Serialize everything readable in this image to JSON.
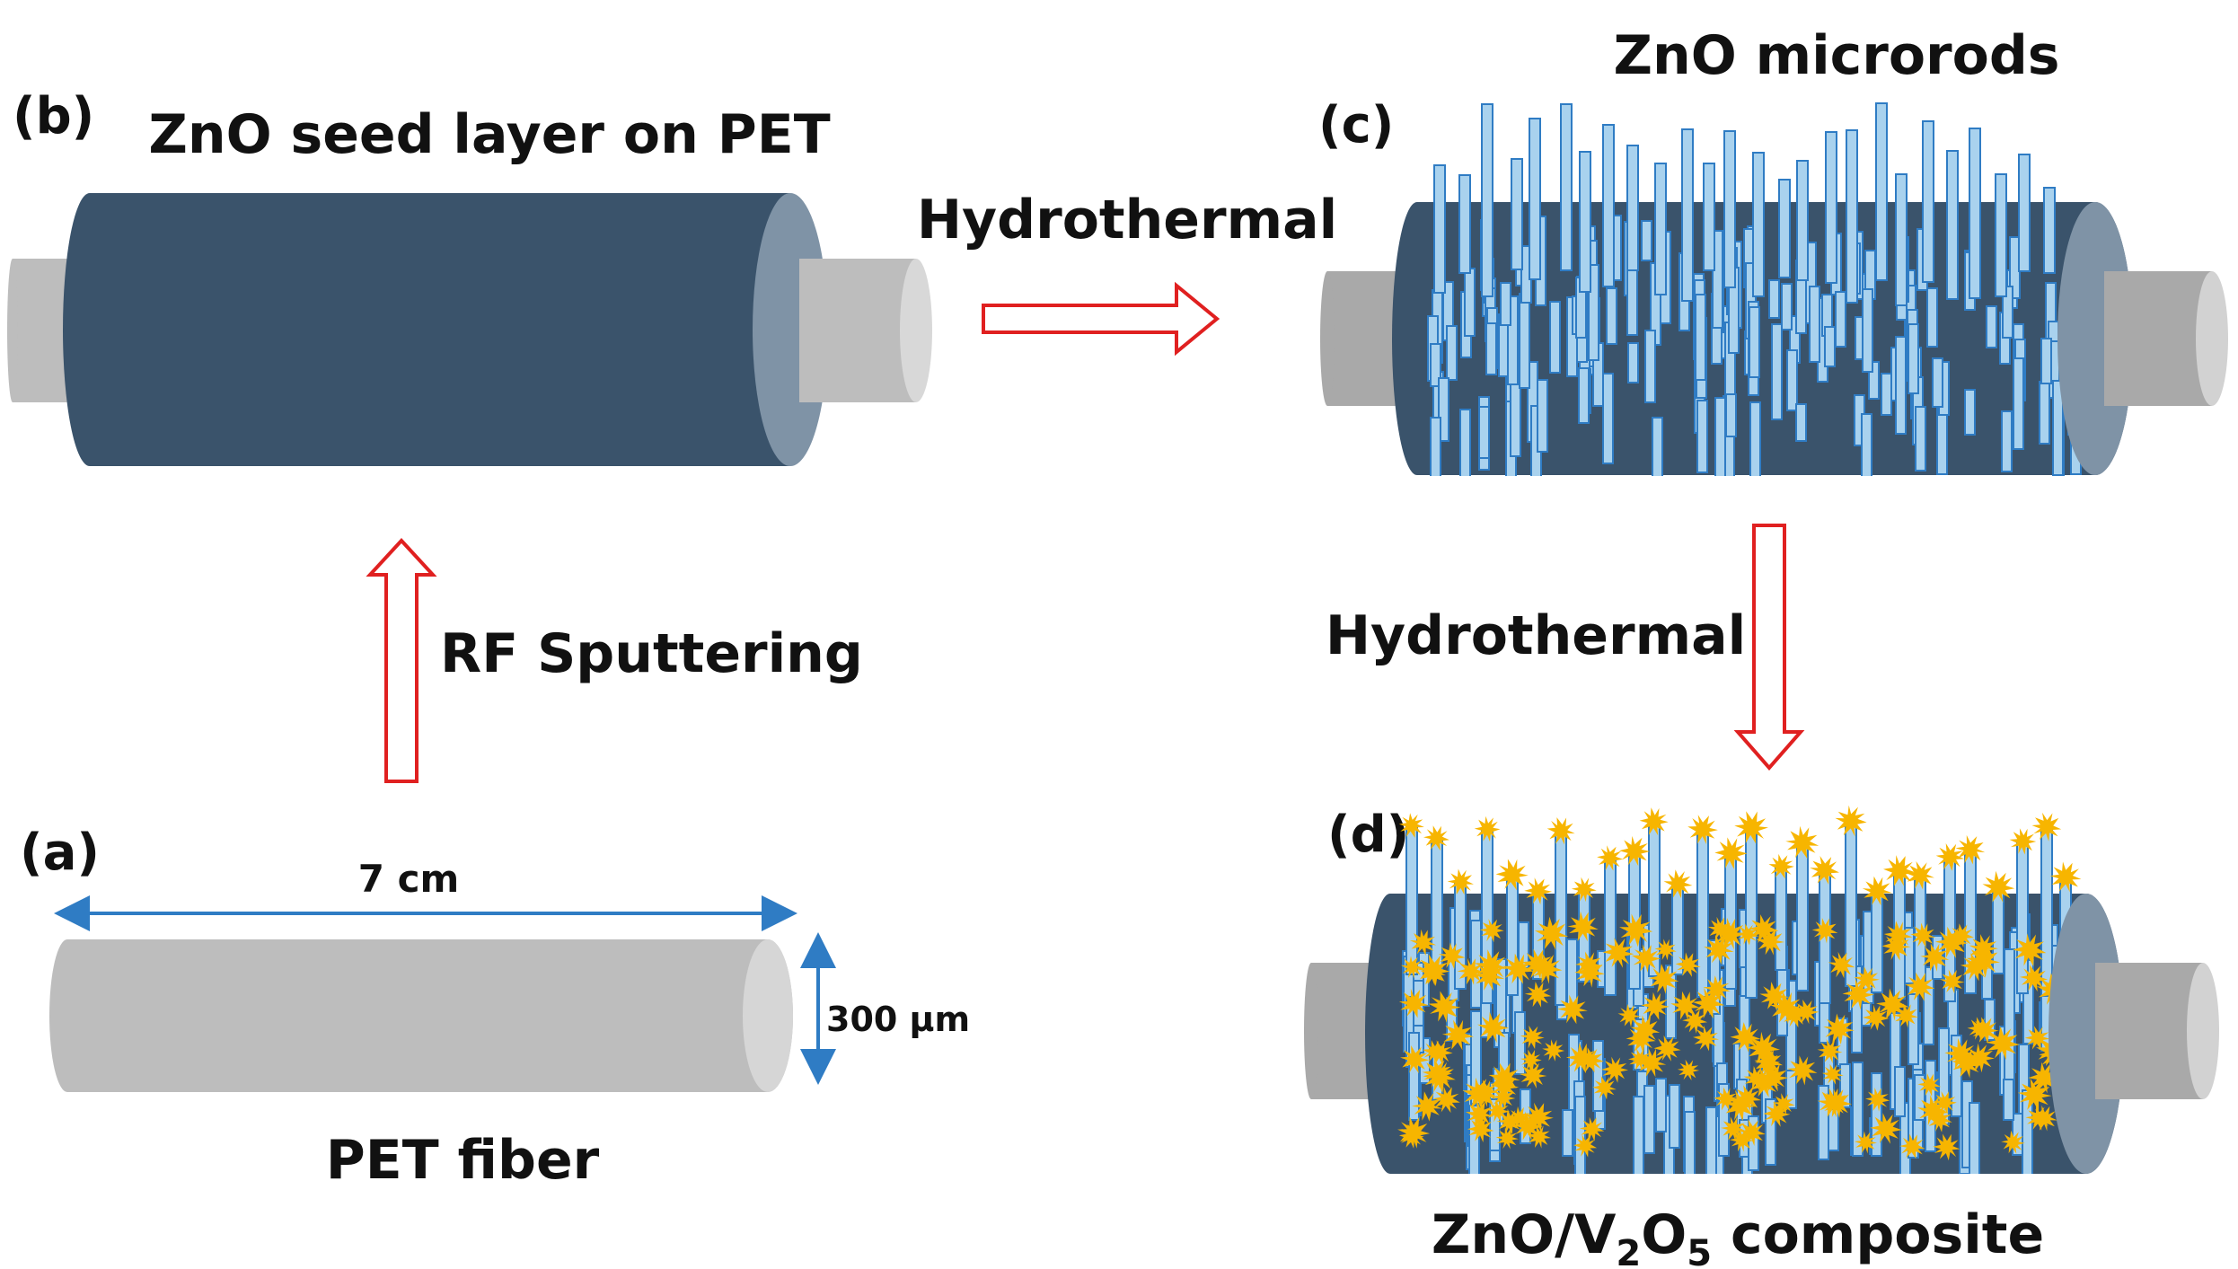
{
  "panels": {
    "a": {
      "label": "(a)",
      "caption": "PET fiber",
      "length": "7 cm",
      "diameter": "300 μm"
    },
    "b": {
      "label": "(b)",
      "title": "ZnO seed layer on PET"
    },
    "c": {
      "label": "(c)",
      "title": "ZnO microrods"
    },
    "d": {
      "label": "(d)",
      "caption_main": "ZnO/V",
      "caption_sub1": "2",
      "caption_mid": "O",
      "caption_sub2": "5",
      "caption_tail": " composite"
    }
  },
  "steps": {
    "a_to_b": "RF Sputtering",
    "b_to_c": "Hydrothermal",
    "c_to_d": "Hydrothermal"
  },
  "colors": {
    "fiber_gray": "#bdbdbd",
    "coating_navy": "#3a536b",
    "rod_blue": "#a9d2ee",
    "rod_edge": "#2f7cc4",
    "v2o5_yellow": "#f7b500",
    "arrow_red": "#e02020",
    "dimension_blue": "#2f7cc4"
  }
}
